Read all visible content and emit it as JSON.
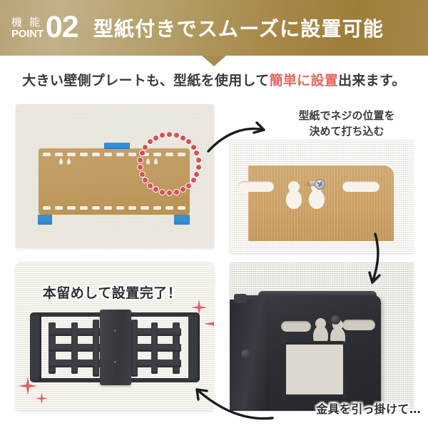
{
  "header": {
    "eyebrow_jp": "機 能",
    "eyebrow_en": "POINT",
    "number": "02",
    "title": "型紙付きでスムーズに設置可能",
    "gradient_left": "#b7a577",
    "gradient_right": "#9e7d38",
    "text_color": "#ffffff"
  },
  "subtitle": {
    "before": "大きい壁側プレートも、型紙を使用して",
    "highlight": "簡単に設置",
    "after": "出来ます。",
    "highlight_color": "#e8675f",
    "text_color": "#3b3b3f"
  },
  "panels": {
    "template_on_wall": {
      "name": "壁に貼った型紙",
      "paper_color": "#bf9a60",
      "tape_color": "#3a8fd6",
      "marker_circle_color": "#d4505c",
      "wall_color": "#e9e5db"
    },
    "screw_closeup": {
      "name": "ネジ打ち込みの拡大写真",
      "paper_color": "#ceA468",
      "wall_color": "#f2efe9"
    },
    "bracket_mounted": {
      "name": "設置完了した壁掛け金具",
      "bracket_color": "#33343a",
      "wall_color": "#efece3",
      "sparkle_color": "#e0616b"
    },
    "bracket_hooking": {
      "name": "金具を引っ掛ける様子",
      "bracket_color": "#2d2e34",
      "wall_color": "#e4e1d8"
    }
  },
  "captions": {
    "top_right_line1": "型紙でネジの位置を",
    "top_right_line2": "決めて打ち込む",
    "bottom_left": "本留めして設置完了！",
    "bottom_right": "金具を引っ掛けて…"
  },
  "arrows": {
    "a1": "arrow-right-down-icon",
    "a2": "arrow-down-icon",
    "a3": "arrow-up-left-icon"
  }
}
